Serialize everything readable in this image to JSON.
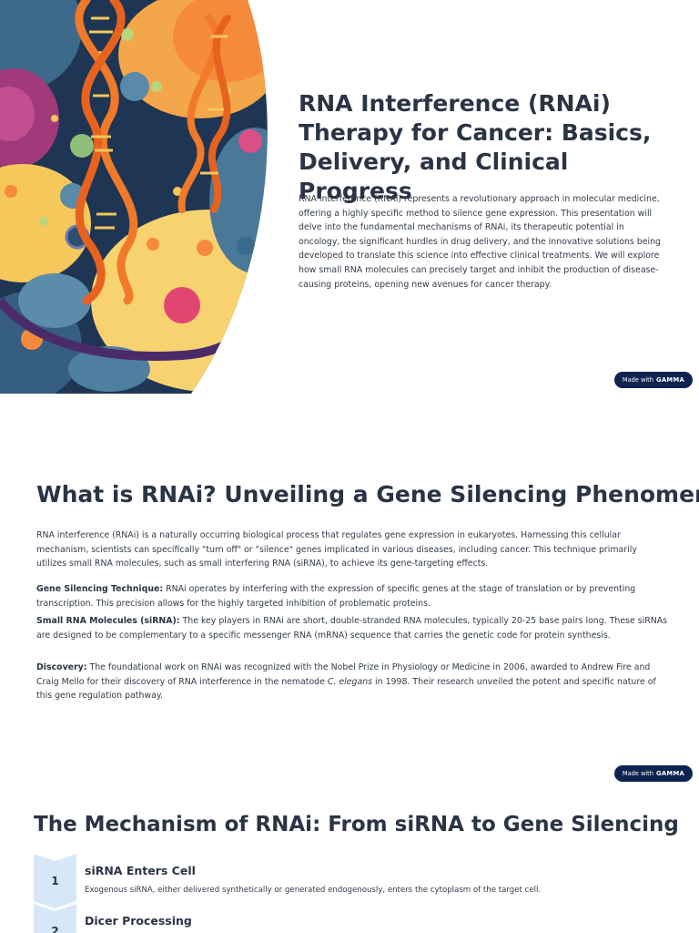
{
  "slide1": {
    "title": "RNA Interference (RNAi) Therapy for Cancer: Basics, Delivery, and Clinical Progress",
    "intro": "RNA interference (RNAi) represents a revolutionary approach in molecular medicine, offering a highly specific method to silence gene expression. This presentation will delve into the fundamental mechanisms of RNAi, its therapeutic potential in oncology, the significant hurdles in drug delivery, and the innovative solutions being developed to translate this science into effective clinical treatments. We will explore how small RNA molecules can precisely target and inhibit the production of disease-causing proteins, opening new avenues for cancer therapy.",
    "badge_prefix": "Made with",
    "badge_brand": "GAMMA"
  },
  "slide2": {
    "title": "What is RNAi? Unveiling a Gene Silencing Phenomenon",
    "intro": "RNA interference (RNAi) is a naturally occurring biological process that regulates gene expression in eukaryotes. Harnessing this cellular mechanism, scientists can specifically \"turn off\" or \"silence\" genes implicated in various diseases, including cancer. This technique primarily utilizes small RNA molecules, such as small interfering RNA (siRNA), to achieve its gene-targeting effects.",
    "points": [
      {
        "label": "Gene Silencing Technique:",
        "text": " RNAi operates by interfering with the expression of specific genes at the stage of translation or by preventing transcription. This precision allows for the highly targeted inhibition of problematic proteins."
      },
      {
        "label": "Small RNA Molecules (siRNA):",
        "text": " The key players in RNAi are short, double-stranded RNA molecules, typically 20-25 base pairs long. These siRNAs are designed to be complementary to a specific messenger RNA (mRNA) sequence that carries the genetic code for protein synthesis."
      },
      {
        "label": "Discovery:",
        "text_before": " The foundational work on RNAi was recognized with the Nobel Prize in Physiology or Medicine in 2006, awarded to Andrew Fire and Craig Mello for their discovery of RNA interference in the nematode ",
        "italic": "C. elegans",
        "text_after": " in 1998. Their research unveiled the potent and specific nature of this gene regulation pathway."
      }
    ],
    "badge_prefix": "Made with",
    "badge_brand": "GAMMA"
  },
  "slide3": {
    "title": "The Mechanism of RNAi: From siRNA to Gene Silencing",
    "steps": [
      {
        "num": "1",
        "title": "siRNA Enters Cell",
        "desc": "Exogenous siRNA, either delivered synthetically or generated endogenously, enters the cytoplasm of the target cell."
      },
      {
        "num": "2",
        "title": "Dicer Processing",
        "desc": ""
      }
    ]
  },
  "colors": {
    "heading": "#2b3445",
    "badge_bg": "#0d2350",
    "step_chevron": "#d6e8f7",
    "hero_bg": "#1e3553",
    "helix": "#f07a2a"
  }
}
